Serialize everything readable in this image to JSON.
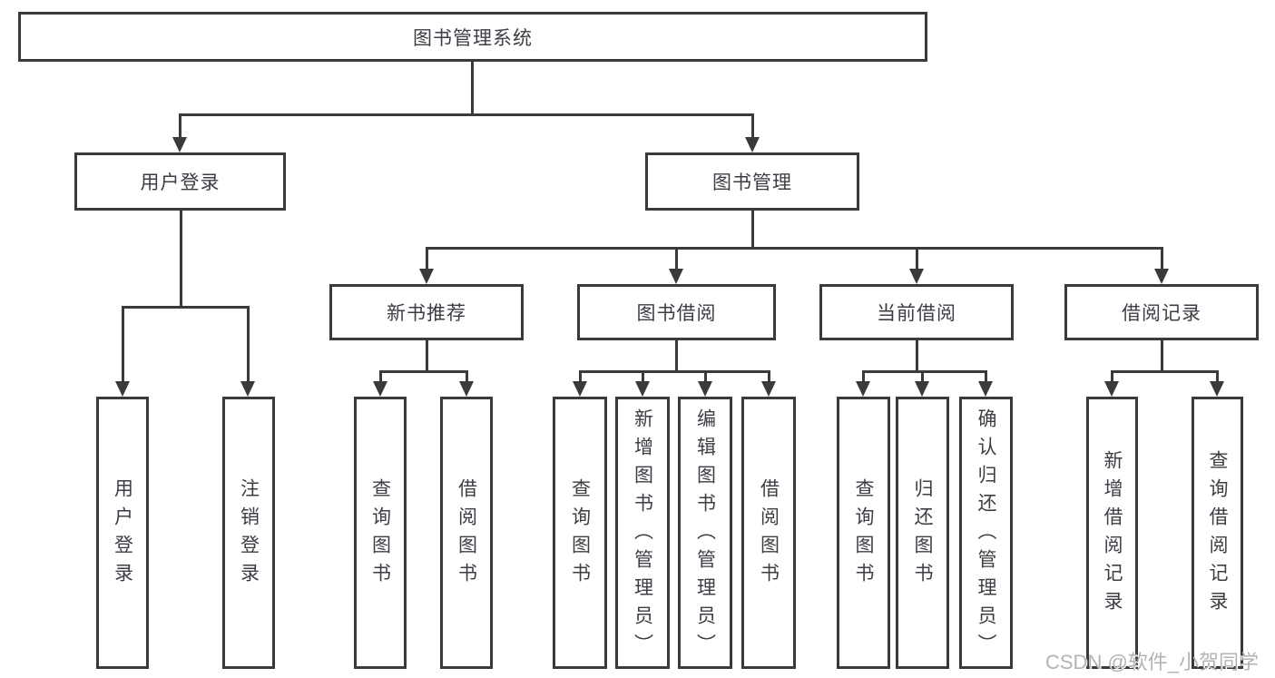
{
  "diagram": {
    "root": "图书管理系统",
    "level2": [
      "用户登录",
      "图书管理"
    ],
    "level3": [
      "新书推荐",
      "图书借阅",
      "当前借阅",
      "借阅记录"
    ],
    "leaves": [
      [
        "用户登录",
        "注销登录"
      ],
      [
        "查询图书",
        "借阅图书"
      ],
      [
        "查询图书",
        "新增图书（管理员）",
        "编辑图书（管理员）",
        "借阅图书"
      ],
      [
        "查询图书",
        "归还图书",
        "确认归还（管理员）"
      ],
      [
        "新增借阅记录",
        "查询借阅记录"
      ]
    ]
  },
  "watermark": "CSDN @软件_小贺同学",
  "colors": {
    "line": "#3a3a3a",
    "text": "#3d3d45",
    "watermark": "#b3b3b6",
    "background": "#ffffff"
  }
}
